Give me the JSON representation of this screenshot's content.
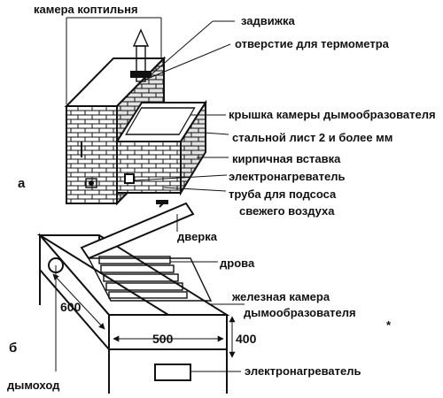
{
  "labels": {
    "smokehouse_chamber": "камера коптильня",
    "damper": "задвижка",
    "thermometer_hole": "отверстие для термометра",
    "smoke_chamber_lid": "крышка камеры дымообразователя",
    "steel_sheet": "стальной лист 2 и более мм",
    "brick_insert": "кирпичная вставка",
    "heater_a": "электронагреватель",
    "air_pipe_line1": "труба для подсоса",
    "air_pipe_line2": "свежего воздуха",
    "door": "дверка",
    "firewood": "дрова",
    "iron_chamber_line1": "железная камера",
    "iron_chamber_line2": "дымообразователя",
    "heater_b": "электронагреватель",
    "chimney": "дымоход",
    "part_a": "а",
    "part_b": "б",
    "star": "*"
  },
  "dimensions": {
    "length": "600",
    "width": "500",
    "height": "400"
  },
  "colors": {
    "ink": "#111111",
    "paper": "#ffffff",
    "shade": "#cfcfcf"
  }
}
